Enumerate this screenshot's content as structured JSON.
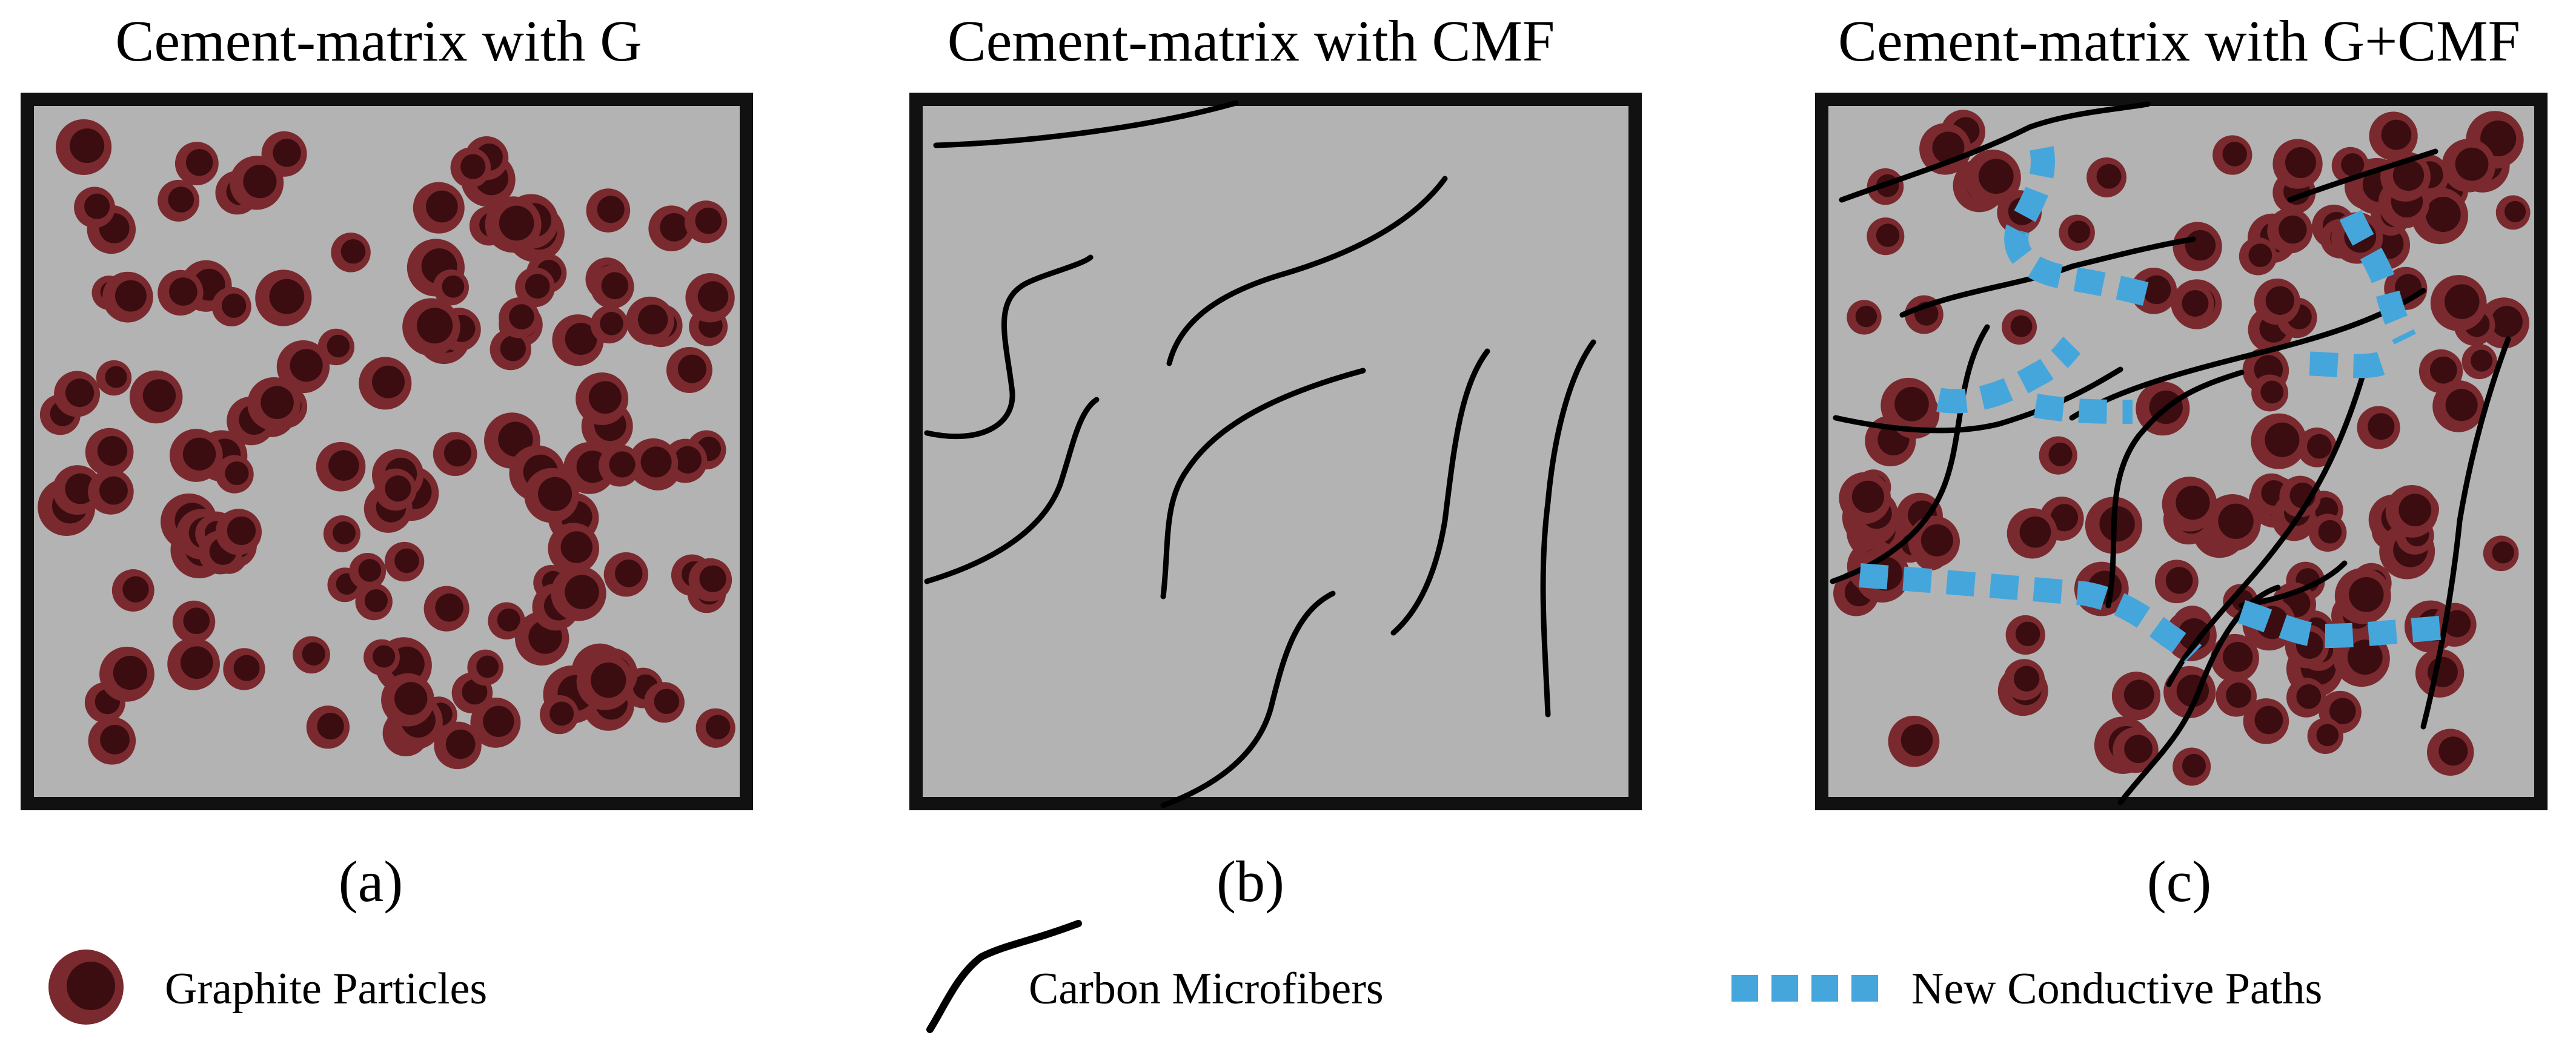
{
  "panels": [
    {
      "title": "Cement-matrix with G",
      "caption": "(a)"
    },
    {
      "title": "Cement-matrix with CMF",
      "caption": "(b)"
    },
    {
      "title": "Cement-matrix with G+CMF",
      "caption": "(c)"
    }
  ],
  "legend": {
    "graphite": "Graphite Particles",
    "fiber": "Carbon Microfibers",
    "path": "New Conductive Paths"
  },
  "colors": {
    "matrix": "#b3b3b3",
    "border": "#111111",
    "particle_outer": "#7a2a2e",
    "particle_inner": "#3b0d10",
    "fiber": "#000000",
    "path": "#45a6dc"
  },
  "icons": {
    "graphite": "graphite-particle-icon",
    "fiber": "carbon-microfiber-icon",
    "path": "conductive-path-icon"
  }
}
